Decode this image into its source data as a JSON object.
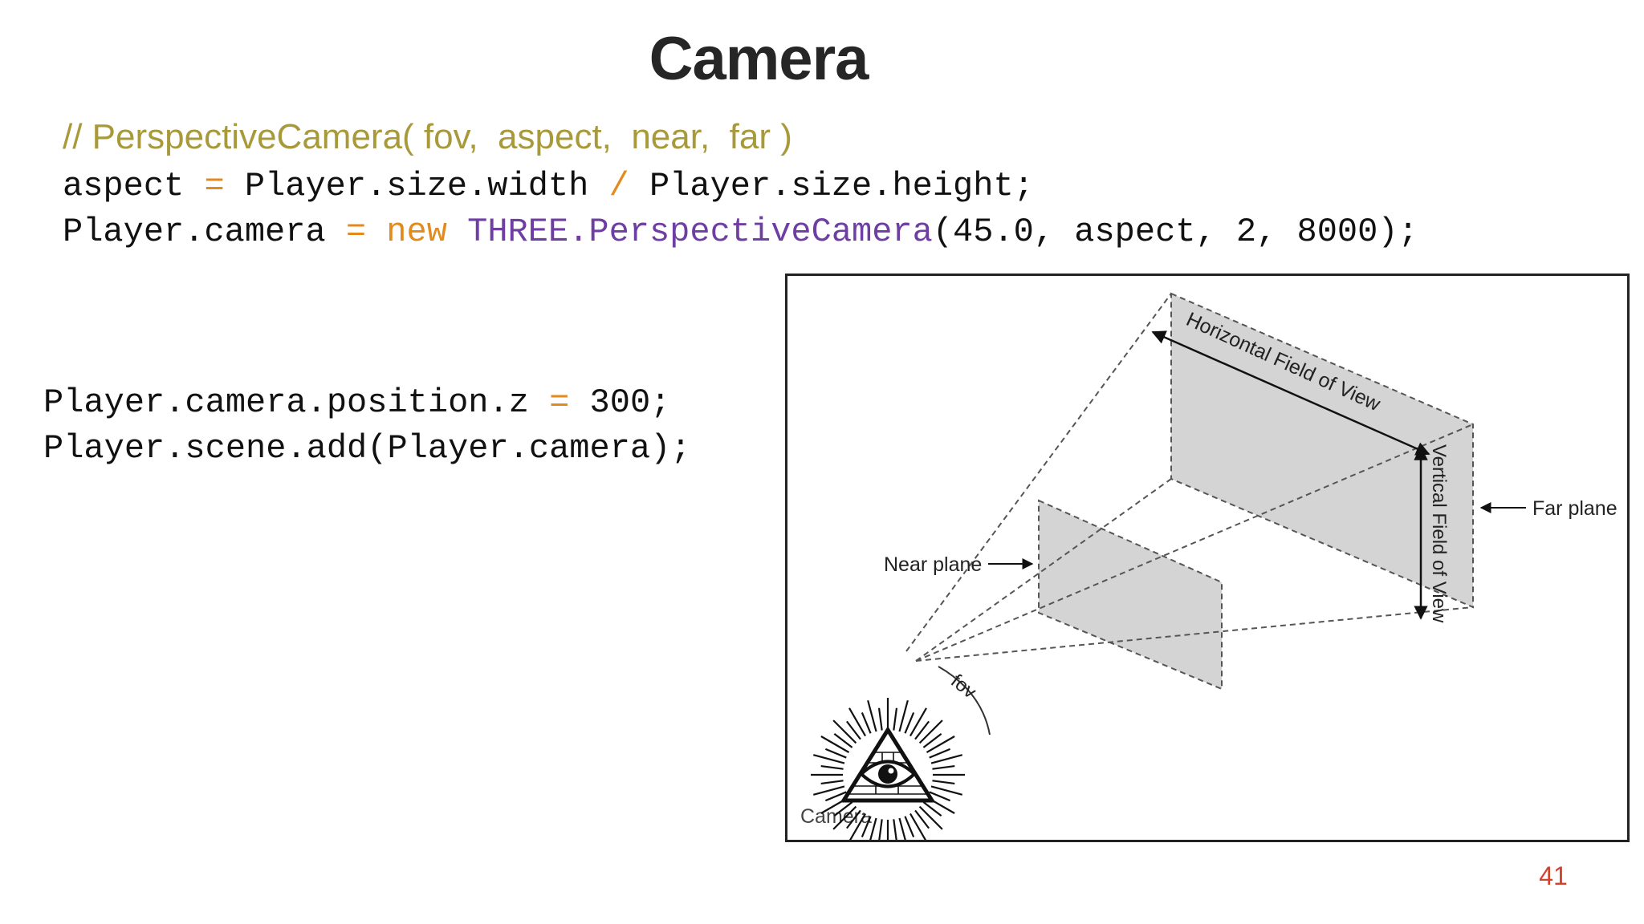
{
  "slide": {
    "title": "Camera",
    "page_number": "41"
  },
  "colors": {
    "comment": "#a89a3b",
    "operator": "#e38a1d",
    "keyword": "#e38a1d",
    "class": "#6f3ea3",
    "plain": "#111111",
    "page_number": "#d2402e",
    "plane_fill": "#d4d4d4"
  },
  "code": {
    "comment": "// PerspectiveCamera( fov,  aspect,  near,  far )",
    "line1": {
      "lhs": "aspect ",
      "eq": "=",
      "mid": " Player.size.width ",
      "div": "/",
      "rhs": " Player.size.height;"
    },
    "line2": {
      "lhs": "Player.camera ",
      "eq": "=",
      "sp": " ",
      "kw": "new",
      "sp2": " ",
      "cls": "THREE.PerspectiveCamera",
      "args": "(45.0, aspect, 2, 8000);"
    },
    "line3": {
      "lhs": "Player.camera.position.z ",
      "eq": "=",
      "rhs": " 300;"
    },
    "line4": "Player.scene.add(Player.camera);"
  },
  "diagram": {
    "horizontal_fov": "Horizontal Field of View",
    "vertical_fov": "Vertical Field of View",
    "far_plane": "Far plane",
    "near_plane": "Near plane",
    "fov": "fov",
    "camera": "Camera",
    "camera_icon": "all-seeing-eye-icon"
  }
}
